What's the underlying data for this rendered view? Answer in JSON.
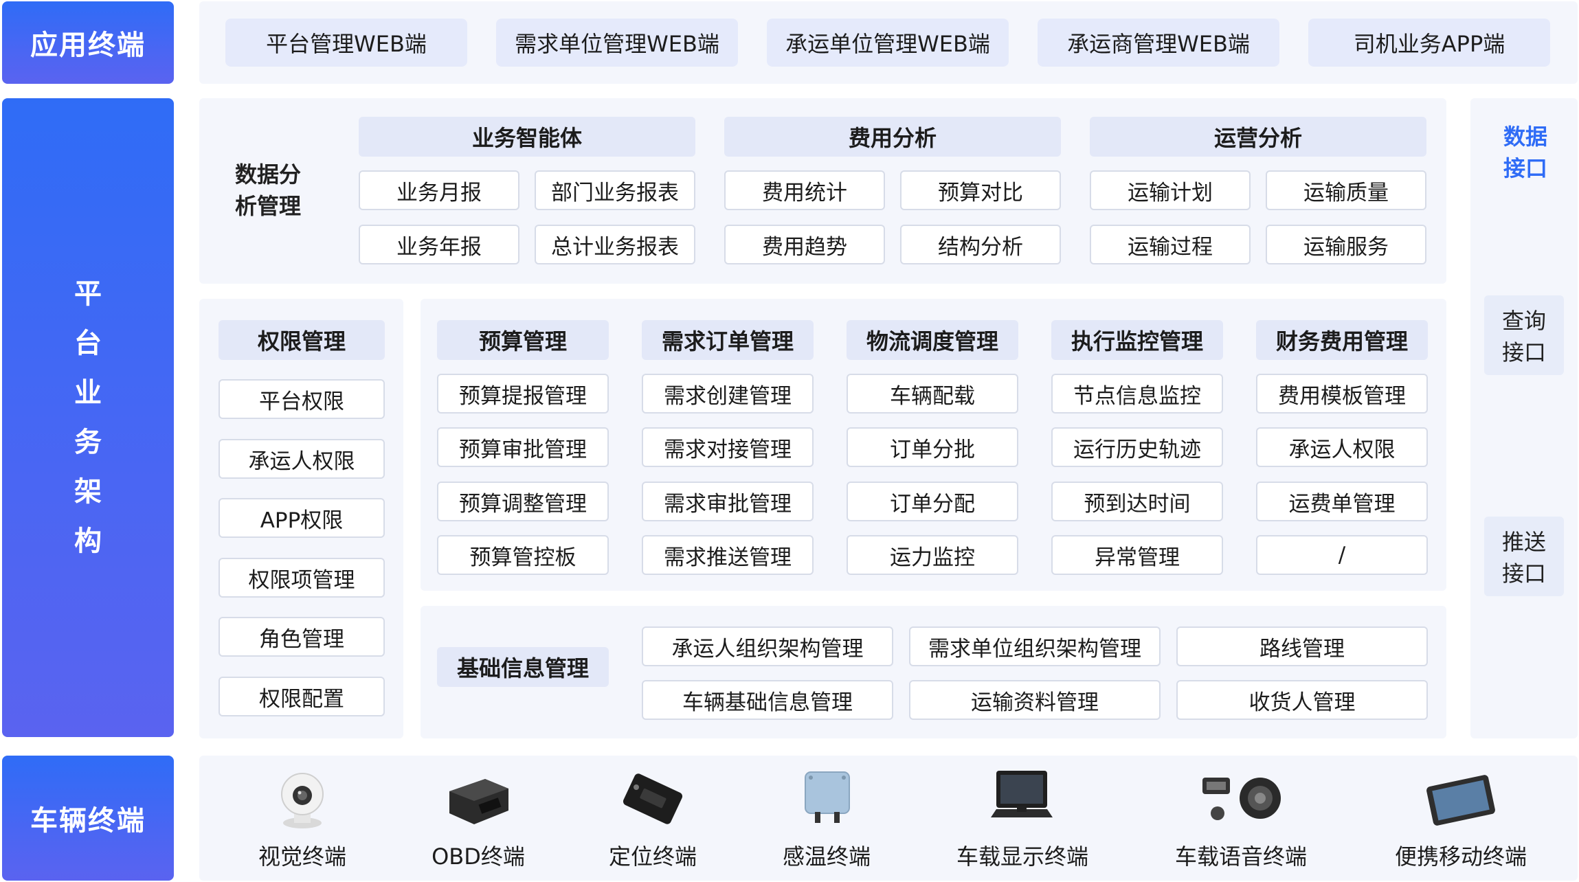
{
  "tiers": {
    "app": "应用终端",
    "platform": "平台业务架构",
    "vehicle": "车辆终端"
  },
  "app_terminals": [
    "平台管理WEB端",
    "需求单位管理WEB端",
    "承运单位管理WEB端",
    "承运商管理WEB端",
    "司机业务APP端"
  ],
  "analysis": {
    "label": "数据分析管理",
    "groups": [
      {
        "title": "业务智能体",
        "items": [
          "业务月报",
          "部门业务报表",
          "业务年报",
          "总计业务报表"
        ]
      },
      {
        "title": "费用分析",
        "items": [
          "费用统计",
          "预算对比",
          "费用趋势",
          "结构分析"
        ]
      },
      {
        "title": "运营分析",
        "items": [
          "运输计划",
          "运输质量",
          "运输过程",
          "运输服务"
        ]
      }
    ]
  },
  "permissions": {
    "title": "权限管理",
    "items": [
      "平台权限",
      "承运人权限",
      "APP权限",
      "权限项管理",
      "角色管理",
      "权限配置"
    ]
  },
  "modules": [
    {
      "title": "预算管理",
      "items": [
        "预算提报管理",
        "预算审批管理",
        "预算调整管理",
        "预算管控板"
      ]
    },
    {
      "title": "需求订单管理",
      "items": [
        "需求创建管理",
        "需求对接管理",
        "需求审批管理",
        "需求推送管理"
      ]
    },
    {
      "title": "物流调度管理",
      "items": [
        "车辆配载",
        "订单分批",
        "订单分配",
        "运力监控"
      ]
    },
    {
      "title": "执行监控管理",
      "items": [
        "节点信息监控",
        "运行历史轨迹",
        "预到达时间",
        "异常管理"
      ]
    },
    {
      "title": "财务费用管理",
      "items": [
        "费用模板管理",
        "承运人权限",
        "运费单管理",
        "/"
      ]
    }
  ],
  "basic_info": {
    "title": "基础信息管理",
    "items": [
      "承运人组织架构管理",
      "需求单位组织架构管理",
      "路线管理",
      "车辆基础信息管理",
      "运输资料管理",
      "收货人管理"
    ]
  },
  "interfaces": [
    {
      "label": "数据接口",
      "color": "#2f6cf6"
    },
    {
      "label": "查询接口",
      "color": "#222222"
    },
    {
      "label": "推送接口",
      "color": "#222222"
    }
  ],
  "devices": [
    {
      "label": "视觉终端",
      "icon": "camera-icon"
    },
    {
      "label": "OBD终端",
      "icon": "obd-icon"
    },
    {
      "label": "定位终端",
      "icon": "gps-tracker-icon"
    },
    {
      "label": "感温终端",
      "icon": "temperature-sensor-icon"
    },
    {
      "label": "车载显示终端",
      "icon": "vehicle-display-icon"
    },
    {
      "label": "车载语音终端",
      "icon": "vehicle-voice-icon"
    },
    {
      "label": "便携移动终端",
      "icon": "tablet-icon"
    }
  ]
}
